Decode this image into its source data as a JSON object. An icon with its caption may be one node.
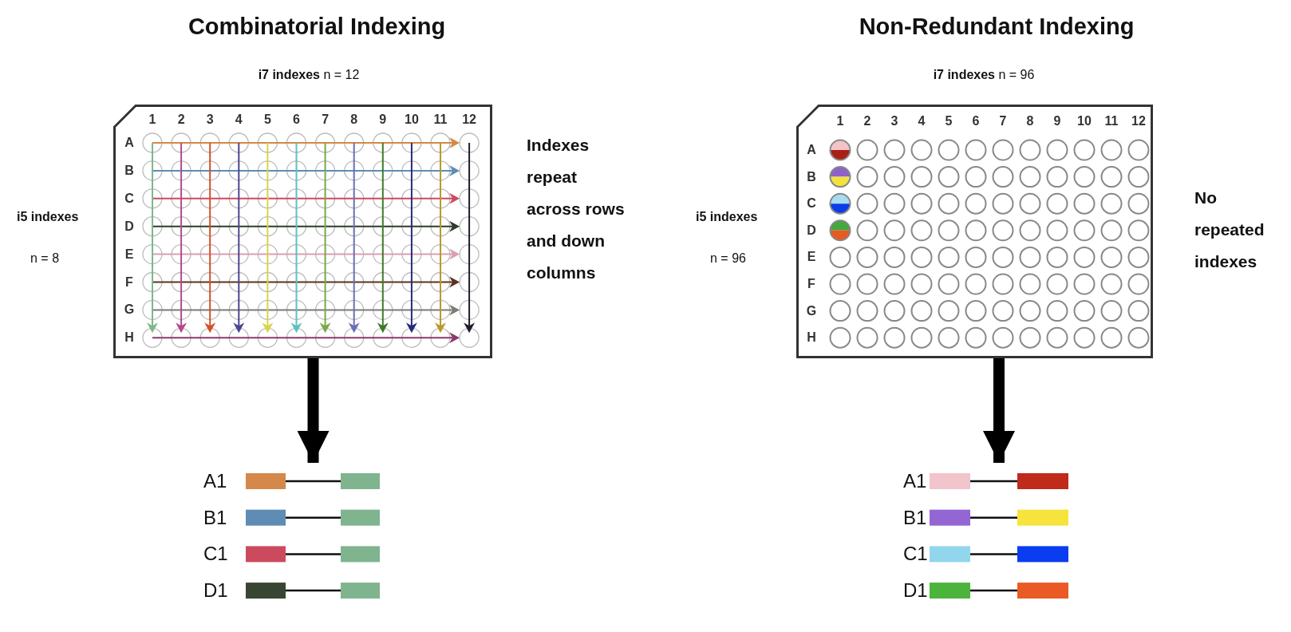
{
  "diagram": {
    "nodes": [
      {
        "text": [],
        "shape": "picture"
      },
      {
        "text": [],
        "shape": "picture"
      },
      {
        "text": [],
        "shape": "picture"
      },
      {
        "text": [],
        "shape": "picture"
      }
    ],
    "edges": [
      {
        "from": 0,
        "to": 1,
        "arrow": "to"
      },
      {
        "from": 2,
        "to": 3,
        "arrow": "to"
      }
    ],
    "labels": [
      "Combinatorial Indexing",
      "**i7 indexes** n = 12",
      "i5 indexes",
      "n = 8",
      "1",
      "2",
      "3",
      "4",
      "5",
      "6",
      "7",
      "8",
      "9",
      "10",
      "11",
      "12",
      "A",
      "B",
      "C",
      "D",
      "E",
      "F",
      "G",
      "H",
      "Indexes repeat across rows and down columns",
      "A1",
      "B1",
      "C1",
      "D1",
      "Non-Redundant Indexing",
      "**i7 indexes** n = 96",
      "i5 indexes",
      "n = 96",
      "1",
      "2",
      "3",
      "4",
      "5",
      "6",
      "7",
      "8",
      "9",
      "10",
      "11",
      "12",
      "A",
      "B",
      "C",
      "D",
      "E",
      "F",
      "G",
      "H",
      "No repeated indexes",
      "A1",
      "B1",
      "C1",
      "D1"
    ]
  }
}
